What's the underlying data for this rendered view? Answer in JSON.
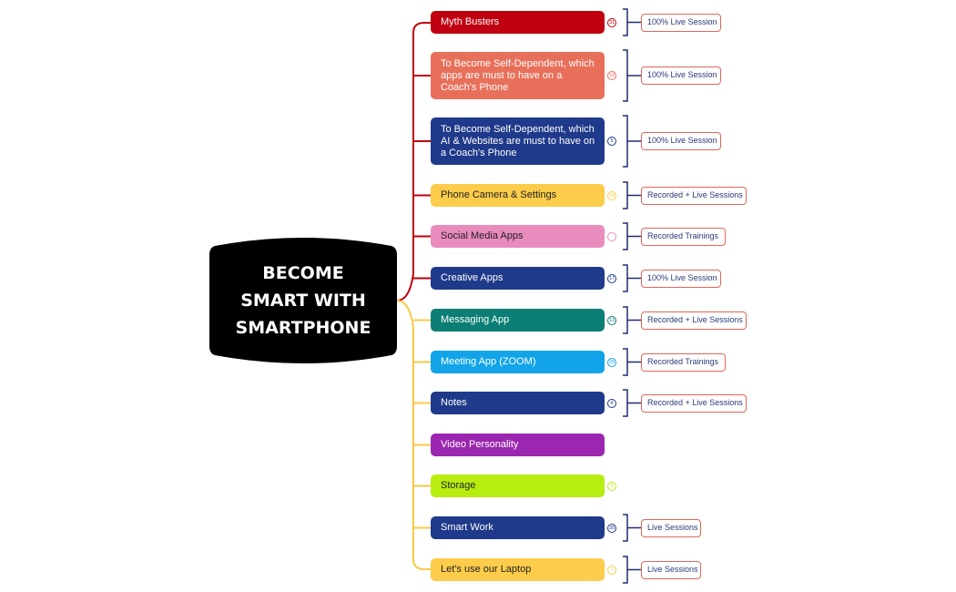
{
  "root": {
    "lines": [
      "BECOME",
      "SMART WITH",
      "SMARTPHONE"
    ]
  },
  "colors": {
    "brace": "#1f2f73",
    "tag_border": "#e0675a",
    "tag_text": "#2b3a78",
    "upper_branch": "#c0000b",
    "lower_branch": "#f9c846"
  },
  "topics": [
    {
      "label": "Myth Busters",
      "color": "#c00010",
      "text_color": "#ffffff",
      "badge": "31",
      "badge_color": "#c00010",
      "tag": "100% Live Session"
    },
    {
      "label": "To Become Self-Dependent, which apps are must to have on a Coach's Phone",
      "color": "#e8705a",
      "text_color": "#ffffff",
      "badge": "18",
      "badge_color": "#e8705a",
      "tag": "100% Live Session"
    },
    {
      "label": "To Become Self-Dependent, which AI & Websites are must to have on a Coach's Phone",
      "color": "#1f3a8a",
      "text_color": "#ffffff",
      "badge": "5",
      "badge_color": "#1f3a8a",
      "tag": "100% Live Session"
    },
    {
      "label": "Phone Camera & Settings",
      "color": "#fccc4a",
      "text_color": "#222222",
      "badge": "14",
      "badge_color": "#fccc4a",
      "tag": "Recorded + Live Sessions"
    },
    {
      "label": "Social Media Apps",
      "color": "#e98bbd",
      "text_color": "#222222",
      "badge": "",
      "badge_color": "#e98bbd",
      "tag": "Recorded Trainings"
    },
    {
      "label": "Creative Apps",
      "color": "#1f3a8a",
      "text_color": "#ffffff",
      "badge": "17",
      "badge_color": "#1f3a8a",
      "tag": "100% Live Session"
    },
    {
      "label": "Messaging App",
      "color": "#0b7e75",
      "text_color": "#ffffff",
      "badge": "13",
      "badge_color": "#0b7e75",
      "tag": "Recorded + Live Sessions"
    },
    {
      "label": "Meeting App (ZOOM)",
      "color": "#12a4e8",
      "text_color": "#ffffff",
      "badge": "29",
      "badge_color": "#12a4e8",
      "tag": "Recorded Trainings"
    },
    {
      "label": "Notes",
      "color": "#1f3a8a",
      "text_color": "#ffffff",
      "badge": "4",
      "badge_color": "#1f3a8a",
      "tag": "Recorded + Live Sessions"
    },
    {
      "label": "Video Personality",
      "color": "#9b27b0",
      "text_color": "#ffffff",
      "badge": "",
      "badge_color": "",
      "tag": ""
    },
    {
      "label": "Storage",
      "color": "#b7ee10",
      "text_color": "#222222",
      "badge": "5",
      "badge_color": "#b7ee10",
      "tag": ""
    },
    {
      "label": "Smart Work",
      "color": "#1f3a8a",
      "text_color": "#ffffff",
      "badge": "30",
      "badge_color": "#1f3a8a",
      "tag": "Live Sessions"
    },
    {
      "label": "Let's use our Laptop",
      "color": "#fccc4a",
      "text_color": "#222222",
      "badge": "7",
      "badge_color": "#fccc4a",
      "tag": "Live Sessions"
    }
  ]
}
